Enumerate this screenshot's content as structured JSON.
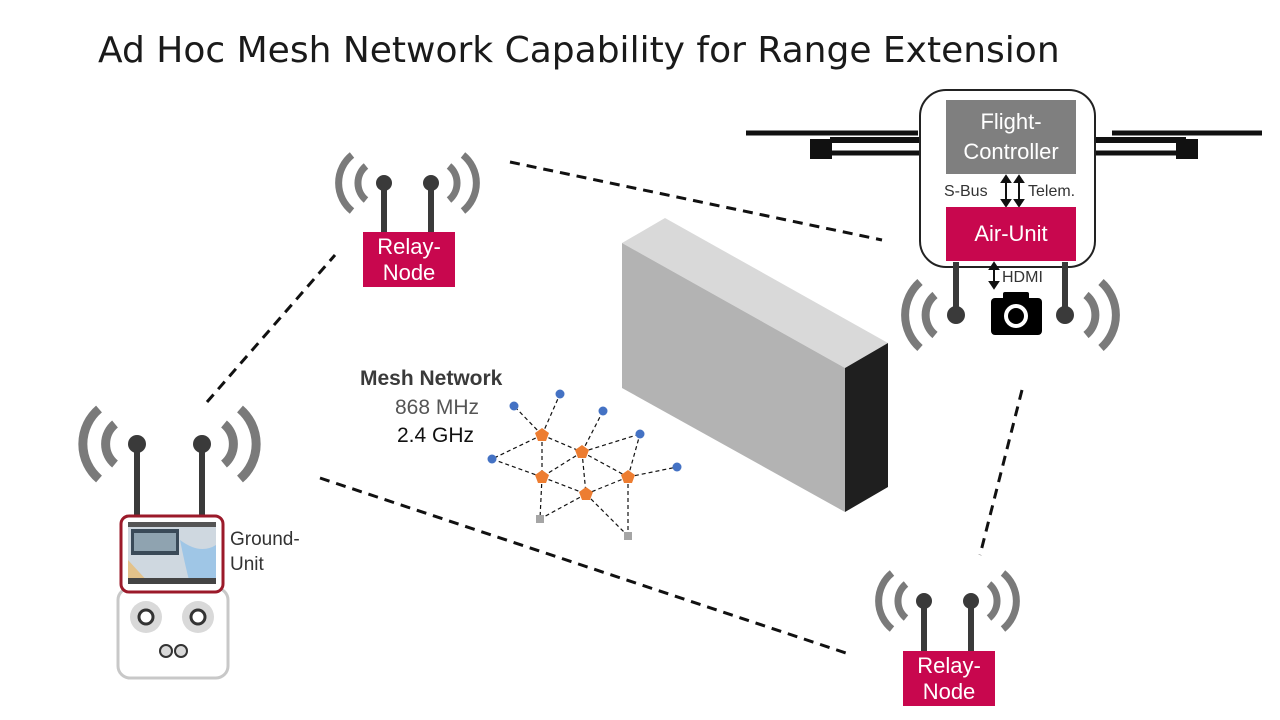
{
  "slide": {
    "title": "Ad Hoc Mesh Network Capability for Range Extension"
  },
  "relay_top": {
    "line1": "Relay-",
    "line2": "Node"
  },
  "relay_bottom": {
    "line1": "Relay-",
    "line2": "Node"
  },
  "drone": {
    "flight_controller_line1": "Flight-",
    "flight_controller_line2": "Controller",
    "air_unit": "Air-Unit",
    "sbus_label": "S-Bus",
    "telem_label": "Telem.",
    "hdmi_label": "HDMI"
  },
  "ground_unit": {
    "line1": "Ground-",
    "line2": "Unit"
  },
  "mesh": {
    "title": "Mesh Network",
    "freq1": "868 MHz",
    "freq2": "2.4 GHz"
  },
  "colors": {
    "accent": "#c8074e",
    "fc_gray": "#7f7f7f",
    "antenna": "#3a3a3a",
    "wave": "#7a7a7a",
    "mesh_blue": "#4472c4",
    "mesh_orange": "#ed7d31",
    "mesh_gray": "#a5a5a5"
  },
  "icons": [
    "antenna-icon",
    "radio-wave-icon",
    "camera-icon",
    "propeller-icon",
    "wall-obstacle-icon",
    "remote-controller-icon"
  ]
}
